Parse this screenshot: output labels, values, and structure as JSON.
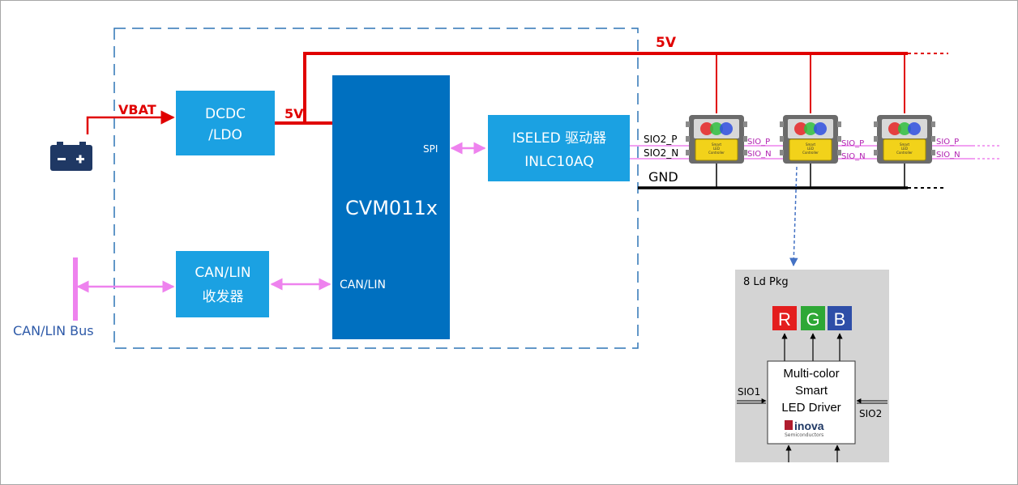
{
  "diagram": {
    "labels": {
      "vbat": "VBAT",
      "dcdc_line1": "DCDC",
      "dcdc_line2": "/LDO",
      "v5_left": "5V",
      "v5_top": "5V",
      "mcu": "CVM011x",
      "spi": "SPI",
      "can_lin_pin": "CAN/LIN",
      "iseled_line1": "ISELED 驱动器",
      "iseled_line2": "INLC10AQ",
      "canlin_line1": "CAN/LIN",
      "canlin_line2": "收发器",
      "canlin_bus": "CAN/LIN Bus",
      "sio2p": "SIO2_P",
      "sio2n": "SIO2_N",
      "gnd": "GND",
      "sio_p": "SIO_P",
      "sio_n": "SIO_N"
    },
    "chip": {
      "line1": "Smart",
      "line2": "LED",
      "line3": "Controller"
    },
    "inset": {
      "title": "8 Ld Pkg",
      "r": "R",
      "g": "G",
      "b": "B",
      "driver_line1": "Multi-color",
      "driver_line2": "Smart",
      "driver_line3": "LED Driver",
      "brand": "inova",
      "brand_sub": "Semiconductors",
      "sio1": "SIO1",
      "sio2": "SIO2"
    },
    "colors": {
      "block": "#1ba1e2",
      "mcu": "#0070c0",
      "power": "#e00000",
      "signal": "#ee82ee",
      "dashed_border": "#2e75b6"
    }
  }
}
